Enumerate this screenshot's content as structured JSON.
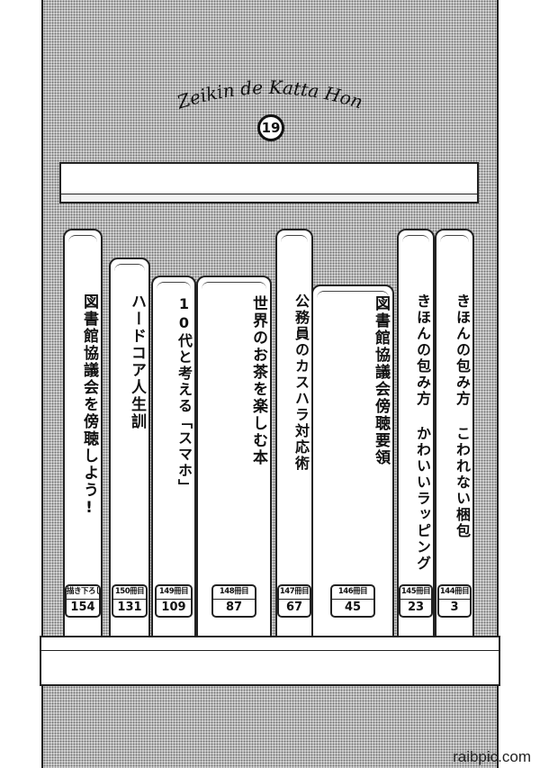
{
  "header": {
    "series_title": "Zeikin de Katta Hon",
    "volume": "19"
  },
  "books": [
    {
      "title": "図書館協議会を傍聴しよう!",
      "label_top": "描き下ろし",
      "label_num": "154"
    },
    {
      "title": "ハードコア人生訓",
      "label_top": "150冊目",
      "label_num": "131"
    },
    {
      "title": "10代と考える「スマホ」",
      "label_top": "149冊目",
      "label_num": "109"
    },
    {
      "title": "世界のお茶を楽しむ本",
      "label_top": "148冊目",
      "label_num": "87"
    },
    {
      "title": "公務員のカスハラ対応術",
      "label_top": "147冊目",
      "label_num": "67"
    },
    {
      "title": "図書館協議会傍聴要領",
      "label_top": "146冊目",
      "label_num": "45"
    },
    {
      "title": "きほんの包み方 かわいいラッピング",
      "label_top": "145冊目",
      "label_num": "23"
    },
    {
      "title": "きほんの包み方 こわれない梱包",
      "label_top": "144冊目",
      "label_num": "3"
    }
  ],
  "watermark": "raibpic.com"
}
